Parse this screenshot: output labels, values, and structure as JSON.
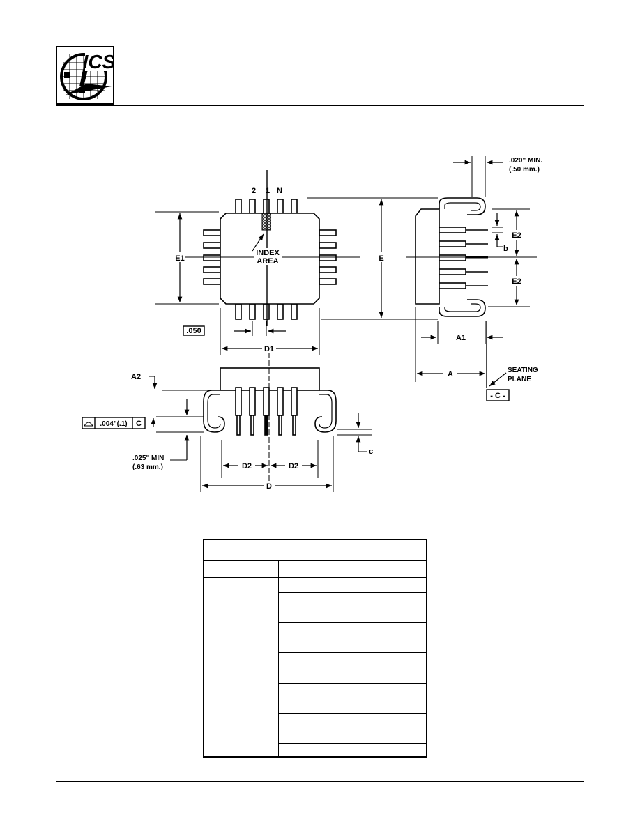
{
  "logo": {
    "text": "ICS"
  },
  "top_view": {
    "pin_labels": [
      "2",
      "1",
      "N"
    ],
    "index_label": [
      "INDEX",
      "AREA"
    ],
    "dim_e1": "E1",
    "dim_e": "E",
    "dim_d1": "D1",
    "pitch": ".050"
  },
  "side_view": {
    "lead_clearance": [
      ".020\" MIN.",
      "(.50 mm.)"
    ],
    "dim_e2": "E2",
    "dim_b": "b",
    "dim_a1": "A1",
    "dim_a": "A",
    "seating_plane": [
      "SEATING",
      "PLANE"
    ],
    "datum": "- C -"
  },
  "front_view": {
    "dim_a2": "A2",
    "coplanarity": ".004\"(.1)",
    "coplanarity_datum": "C",
    "shoulder": [
      ".025\"  MIN",
      "(.63 mm.)"
    ],
    "dim_c": "c",
    "dim_d2": "D2",
    "dim_d": "D"
  }
}
